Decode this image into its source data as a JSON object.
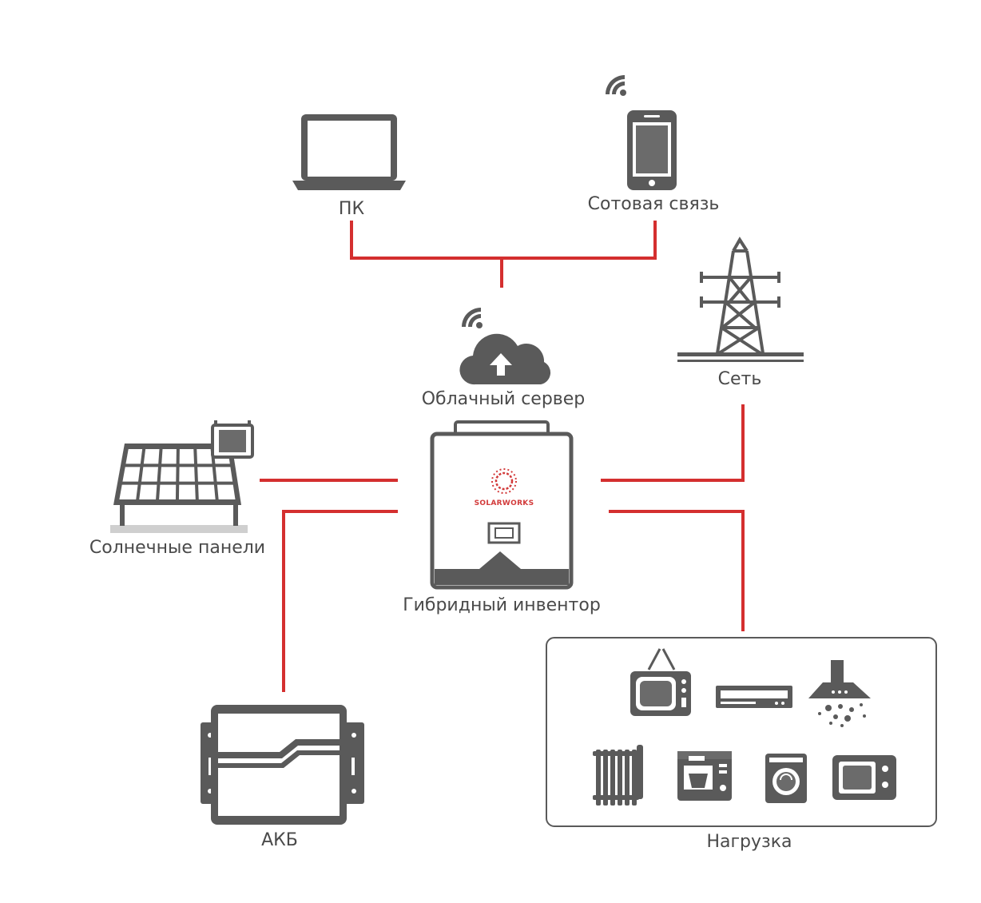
{
  "colors": {
    "wire": "#d42f2f",
    "device": "#5a5a5a",
    "label": "#4a4a4a",
    "brand": "#d23a3a"
  },
  "nodes": {
    "pc": {
      "label": "ПК",
      "icon": "laptop-icon"
    },
    "mobile": {
      "label": "Сотовая связь",
      "icon": "smartphone-icon"
    },
    "cloud": {
      "label": "Облачный сервер",
      "icon": "cloud-upload-icon"
    },
    "grid": {
      "label": "Сеть",
      "icon": "power-tower-icon"
    },
    "solar": {
      "label": "Солнечные панели",
      "icon": "solar-panel-icon"
    },
    "inverter": {
      "label": "Гибридный инвентор",
      "icon": "inverter-icon",
      "brand": "SOLARWORKS"
    },
    "battery": {
      "label": "АКБ",
      "icon": "battery-icon"
    },
    "load": {
      "label": "Нагрузка",
      "appliances": [
        "tv-icon",
        "dvd-player-icon",
        "range-hood-icon",
        "oil-heater-icon",
        "coffee-machine-icon",
        "washing-machine-icon",
        "microwave-icon"
      ]
    }
  }
}
